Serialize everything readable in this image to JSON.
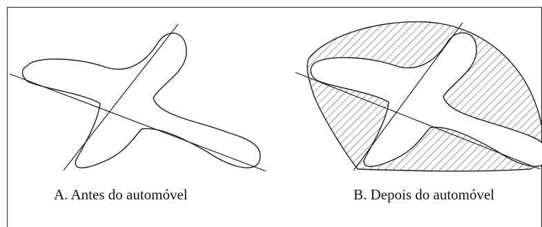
{
  "panels": [
    {
      "id": "A",
      "caption": "A. Antes do automóvel"
    },
    {
      "id": "B",
      "caption": "B. Depois do automóvel"
    }
  ],
  "colors": {
    "stroke": "#1a1a1a",
    "hatch": "#333333",
    "background": "#ffffff"
  }
}
